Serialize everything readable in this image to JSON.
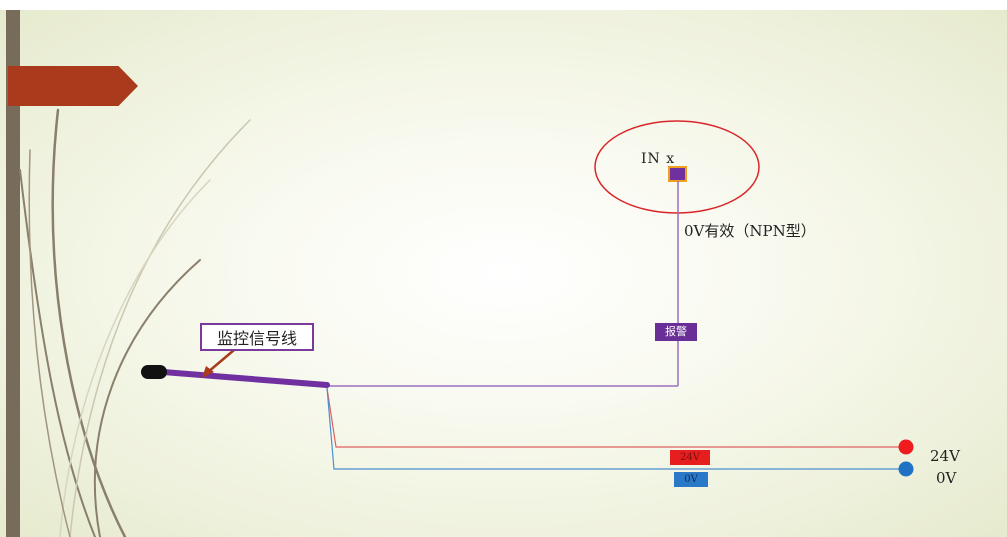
{
  "diagram": {
    "input": {
      "label": "IN  x"
    },
    "logic_note": "0V有效（NPN型）",
    "alarm_label": "报警",
    "callout_label": "监控信号线",
    "wire_24v_tag": "24V",
    "wire_0v_tag": "0V",
    "terminal_24v": "24V",
    "terminal_0v": "0V"
  },
  "colors": {
    "title_arrow": "#a93a1c",
    "left_bar": "#776b5a",
    "signal_wire": "#7030a0",
    "circle_outline": "#d9262a",
    "wire_24v": "#e61e1e",
    "wire_0v": "#2a78c8",
    "sensor_tip": "#111111"
  }
}
